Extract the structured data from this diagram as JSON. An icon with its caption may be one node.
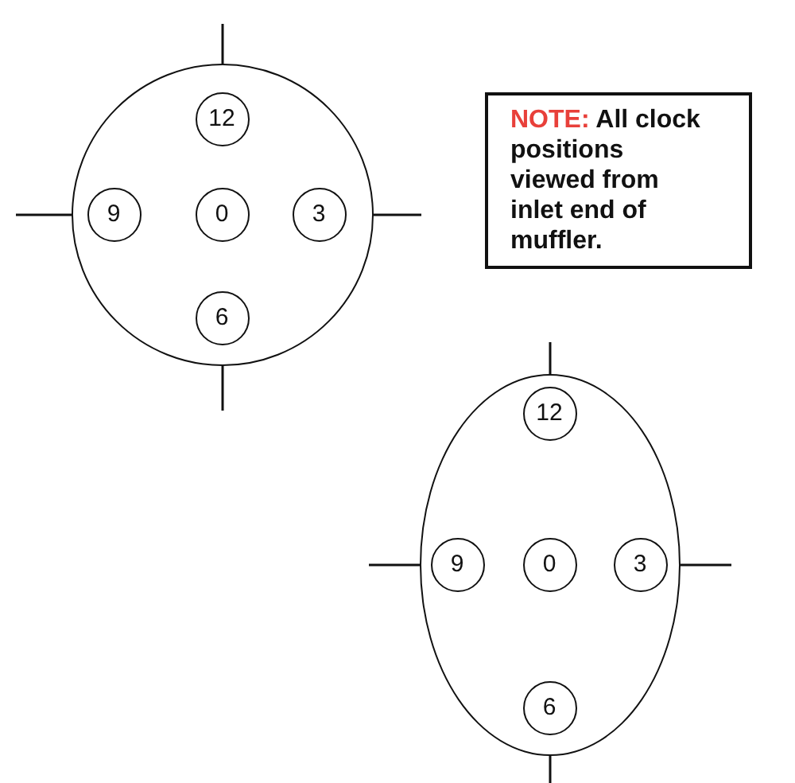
{
  "diagram": {
    "nodes": [
      {
        "text": [],
        "shape": "circle"
      },
      {
        "text": [
          "12"
        ],
        "in": 0
      },
      {
        "text": [
          "9"
        ],
        "in": 0
      },
      {
        "text": [
          "0"
        ],
        "in": 0
      },
      {
        "text": [
          "3"
        ],
        "in": 0
      },
      {
        "text": [
          "6"
        ],
        "in": 0
      },
      {
        "text": [
          "NOTE:",
          "All clock positions viewed from inlet end of muffler."
        ]
      },
      {
        "text": [],
        "shape": "ellipse"
      },
      {
        "text": [
          "12"
        ],
        "in": 7
      },
      {
        "text": [
          "9"
        ],
        "in": 7
      },
      {
        "text": [
          "0"
        ],
        "in": 7
      },
      {
        "text": [
          "3"
        ],
        "in": 7
      },
      {
        "text": [
          "6"
        ],
        "in": 7
      }
    ]
  }
}
